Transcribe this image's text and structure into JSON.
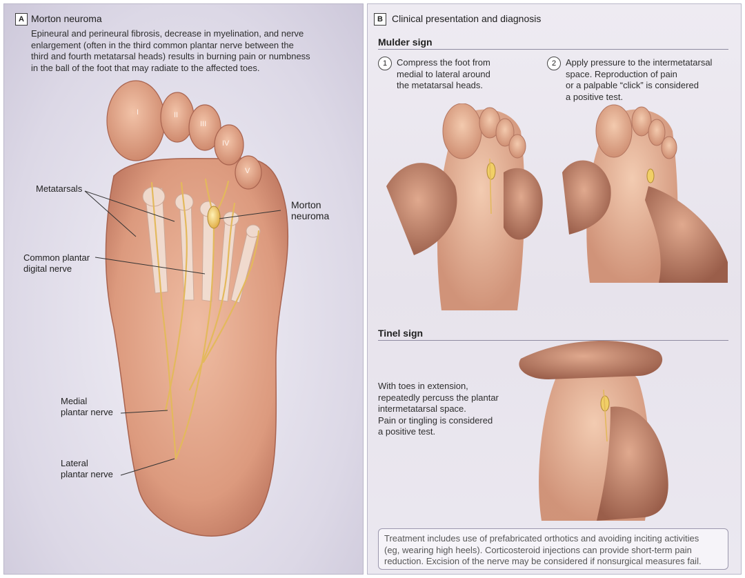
{
  "panel_a": {
    "letter": "A",
    "title": "Morton neuroma",
    "description_lines": [
      "Epineural and perineural fibrosis, decrease in myelination, and nerve",
      "enlargement (often in the third common plantar nerve between the",
      "third and fourth metatarsal heads) results in burning pain or numbness",
      "in the ball of the foot that may radiate to the affected toes."
    ],
    "toe_labels": [
      "I",
      "II",
      "III",
      "IV",
      "V"
    ],
    "labels": {
      "metatarsals": "Metatarsals",
      "morton_neuroma_1": "Morton",
      "morton_neuroma_2": "neuroma",
      "common_plantar_1": "Common plantar",
      "common_plantar_2": "digital nerve",
      "medial_plantar_1": "Medial",
      "medial_plantar_2": "plantar nerve",
      "lateral_plantar_1": "Lateral",
      "lateral_plantar_2": "plantar nerve"
    }
  },
  "panel_b": {
    "letter": "B",
    "title": "Clinical presentation and diagnosis",
    "mulder": {
      "heading": "Mulder sign",
      "step1": {
        "number": "1",
        "lines": [
          "Compress the foot from",
          "medial to lateral around",
          "the metatarsal heads."
        ]
      },
      "step2": {
        "number": "2",
        "lines": [
          "Apply pressure to the intermetatarsal",
          "space. Reproduction of pain",
          "or a palpable “click” is considered",
          "a positive test."
        ]
      }
    },
    "tinel": {
      "heading": "Tinel sign",
      "lines": [
        "With toes in extension,",
        "repeatedly percuss the plantar",
        "intermetatarsal space.",
        "Pain or tingling is considered",
        "a positive test."
      ]
    },
    "treatment_lines": [
      "Treatment includes use of prefabricated orthotics and avoiding inciting activities",
      "(eg, wearing high heels). Corticosteroid injections can provide short-term pain",
      "reduction. Excision of the nerve may be considered if nonsurgical measures fail."
    ]
  },
  "colors": {
    "skin": "#e6a78c",
    "skin_dark": "#c97e66",
    "nerve": "#e8c36b",
    "neuroma": "#f0c85a",
    "bone": "#f3e8e0"
  }
}
